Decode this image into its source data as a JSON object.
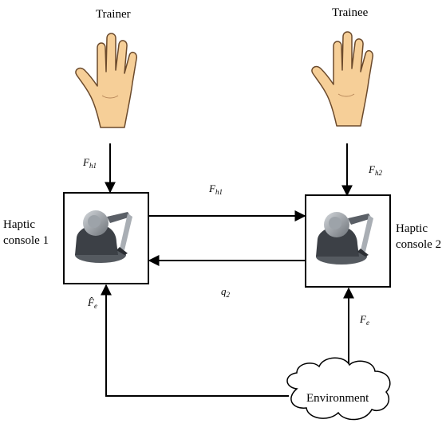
{
  "diagram": {
    "labels": {
      "trainer": "Trainer",
      "trainee": "Trainee",
      "console1_line1": "Haptic",
      "console1_line2": "console 1",
      "console2_line1": "Haptic",
      "console2_line2": "console 2",
      "environment": "Environment"
    },
    "signals": {
      "fh1_left": {
        "main": "F",
        "sub": "h1"
      },
      "fh2_right": {
        "main": "F",
        "sub": "h2"
      },
      "fh1_top": {
        "main": "F",
        "sub": "h1"
      },
      "q2": {
        "main": "q",
        "sub": "2"
      },
      "fe_hat": {
        "main": "F̂",
        "sub": "e"
      },
      "fe": {
        "main": "F",
        "sub": "e"
      }
    },
    "icons": {
      "left_hand": "hand-icon",
      "right_hand": "hand-icon",
      "device1": "haptic-device-icon",
      "device2": "haptic-device-icon",
      "cloud": "cloud-icon"
    },
    "colors": {
      "skin": "#f6cf98",
      "skin_outline": "#6b4a2c",
      "device_dark": "#3c4046",
      "device_light": "#b7bcc2"
    }
  }
}
